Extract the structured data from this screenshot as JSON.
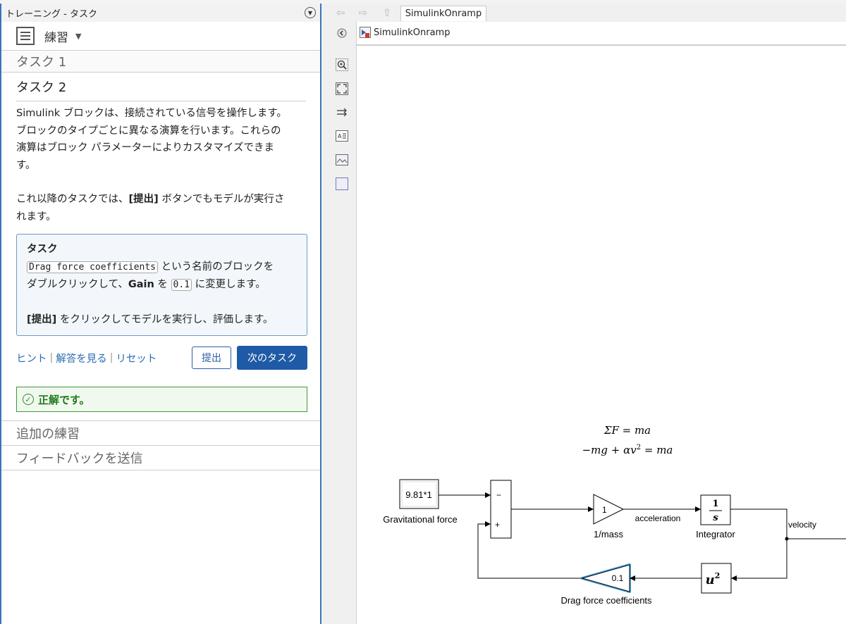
{
  "panel": {
    "title": "トレーニング - タスク",
    "lesson_label": "練習",
    "task1_label": "タスク 1",
    "task2_title": "タスク 2",
    "description": "Simulink ブロックは、接続されている信号を操作します。\nブロックのタイプごとに異なる演算を行います。これらの\n演算はブロック パラメーターによりカスタマイズできま\nす。",
    "after_note_pre": "これ以降のタスクでは、",
    "after_note_bold": "[提出]",
    "after_note_post": " ボタンでもモデルが実行さ\nれます。",
    "taskbox": {
      "heading": "タスク",
      "block_name_code": "Drag force coefficients",
      "line1_post": " という名前のブロックを",
      "line2_pre": "ダブルクリックして、",
      "param_bold": "Gain",
      "line2_mid": " を ",
      "value_code": "0.1",
      "line2_post": " に変更します。",
      "submit_bold": "[提出]",
      "line3_post": " をクリックしてモデルを実行し、評価します。"
    },
    "links": {
      "hint": "ヒント",
      "sep": "|",
      "answer": "解答を見る",
      "reset": "リセット"
    },
    "submit_button": "提出",
    "next_button": "次のタスク",
    "correct_message": "正解です。",
    "extra_practice": "追加の練習",
    "send_feedback": "フィードバックを送信"
  },
  "editor": {
    "tab_label": "SimulinkOnramp",
    "address_label": "SimulinkOnramp"
  },
  "diagram": {
    "equation1": "ΣF = ma",
    "equation2_pre": "−mg + αv",
    "equation2_sup": "2",
    "equation2_post": " = ma",
    "constant_value": "9.81*1",
    "constant_label": "Gravitational force",
    "sum_minus": "−",
    "sum_plus": "+",
    "gain_value": "1",
    "gain_label": "1/mass",
    "signal_accel": "acceleration",
    "integrator_num": "1",
    "integrator_den": "s",
    "integrator_label": "Integrator",
    "signal_velocity": "velocity",
    "square_base": "u",
    "square_sup": "2",
    "drag_value": "0.1",
    "drag_label": "Drag force coefficients",
    "colors": {
      "selected_block": "#3f9fd8",
      "line": "#000000",
      "link": "#2b6cb0",
      "primary_button": "#1f5aa6",
      "success": "#2e8b2e"
    }
  }
}
